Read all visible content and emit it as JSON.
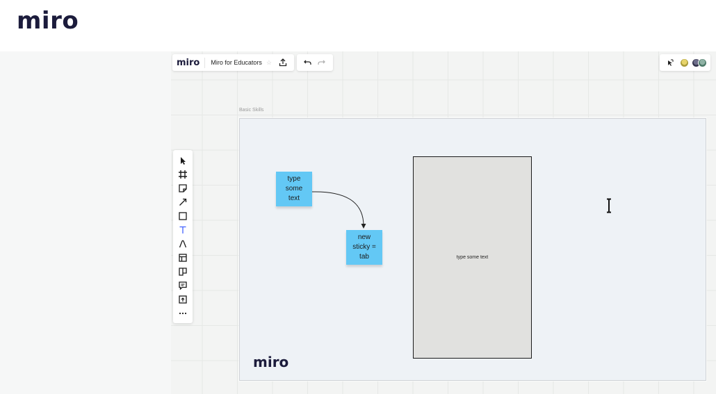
{
  "header": {
    "logo": "miro"
  },
  "board_bar": {
    "logo": "miro",
    "title": "Miro for Educators",
    "star_icon": "star-icon",
    "share_icon": "upload-icon",
    "undo_icon": "undo-icon",
    "redo_icon": "redo-icon"
  },
  "right_bar": {
    "reactions_icon": "cursor-follow-icon",
    "avatars": [
      "avatar-1",
      "avatar-2",
      "avatar-3"
    ]
  },
  "toolbar": {
    "tools": [
      "select-tool",
      "frame-tool",
      "sticky-note-tool",
      "connection-line-tool",
      "shape-tool",
      "text-tool",
      "pen-tool",
      "template-tool",
      "kanban-tool",
      "comment-tool",
      "upload-tool",
      "more-tool"
    ]
  },
  "frame": {
    "label": "Basic Skills",
    "logo": "miro",
    "sticky_1": {
      "line1": "type",
      "line2": "some",
      "line3": "text"
    },
    "sticky_2": {
      "line1": "new",
      "line2": "sticky =",
      "line3": "tab"
    },
    "rect_text": "type some text"
  },
  "colors": {
    "sticky": "#63c8f5",
    "logo": "#1c1c3c",
    "active_tool": "#4262ff"
  }
}
